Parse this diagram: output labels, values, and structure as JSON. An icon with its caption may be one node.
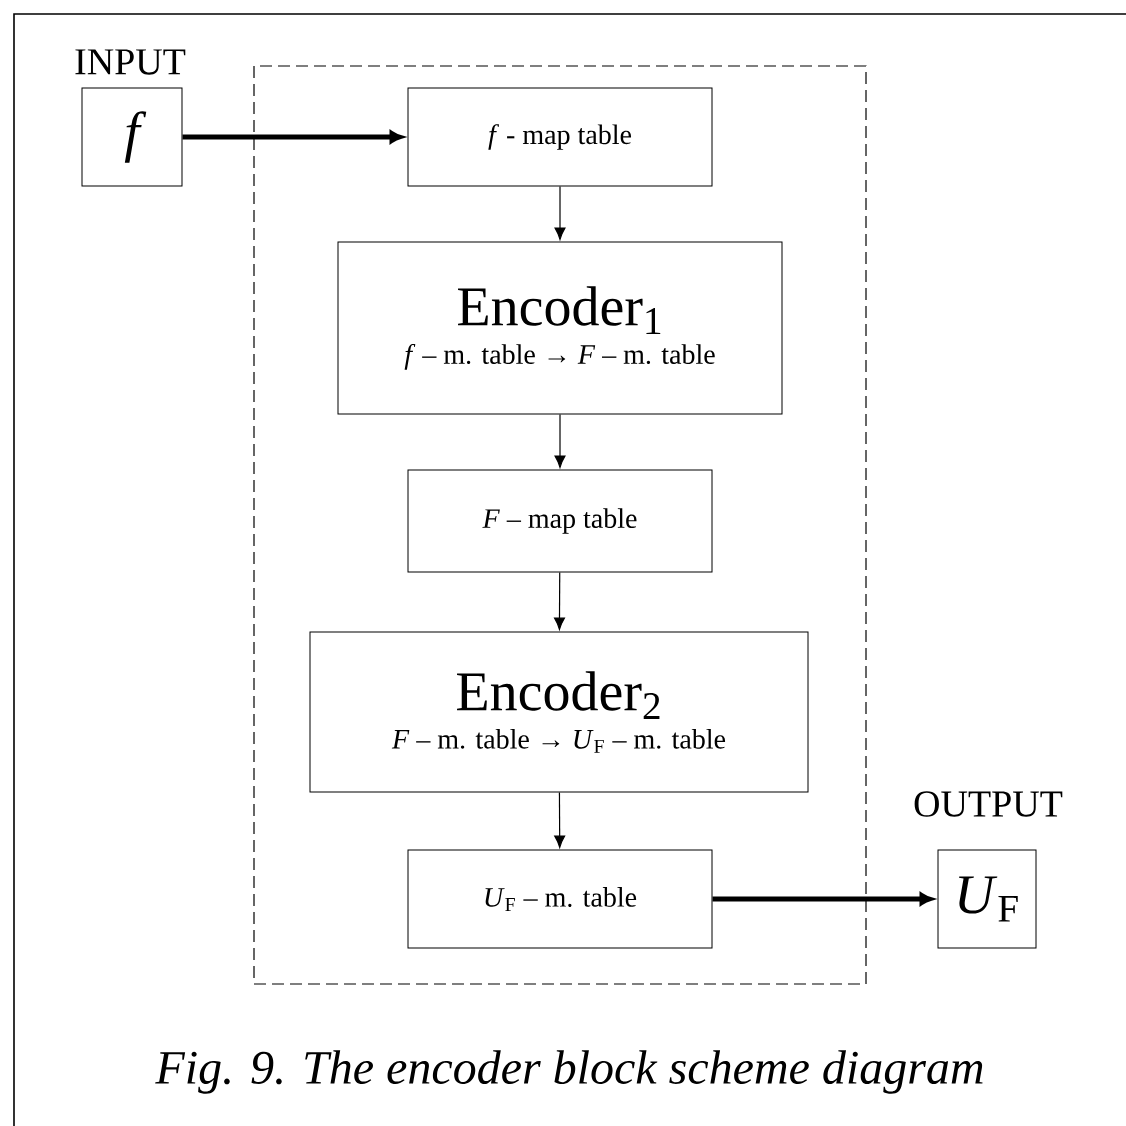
{
  "diagram": {
    "caption": "Fig. 9. The encoder block scheme diagram",
    "nodes": [
      {
        "text": [],
        "shape": "box"
      },
      {
        "text": [
          "f"
        ],
        "beside": [
          "INPUT"
        ]
      },
      {
        "text": [
          "*f* - map table"
        ],
        "in": 0
      },
      {
        "text": [
          "Encoder$_{1}$",
          "*f* – m. table → *F* – m. table"
        ],
        "in": 0
      },
      {
        "text": [
          "*F* – map table"
        ],
        "in": 0
      },
      {
        "text": [
          "Encoder$_{2}$",
          "*F* – m. table → *U*$_{F}$ – m. table"
        ],
        "in": 0
      },
      {
        "text": [
          "*U*$_{F}$ – m. table"
        ],
        "in": 0
      },
      {
        "text": [
          "*U*$_{F}$"
        ],
        "beside": [
          "OUTPUT"
        ]
      }
    ],
    "edges": [
      {
        "from": 1,
        "to": 2,
        "arrow": "to",
        "style": "thick"
      },
      {
        "from": 2,
        "to": 3,
        "arrow": "to"
      },
      {
        "from": 3,
        "to": 4,
        "arrow": "to"
      },
      {
        "from": 4,
        "to": 5,
        "arrow": "to"
      },
      {
        "from": 5,
        "to": 6,
        "arrow": "to"
      },
      {
        "from": 6,
        "to": 7,
        "arrow": "to",
        "style": "thick"
      }
    ]
  }
}
